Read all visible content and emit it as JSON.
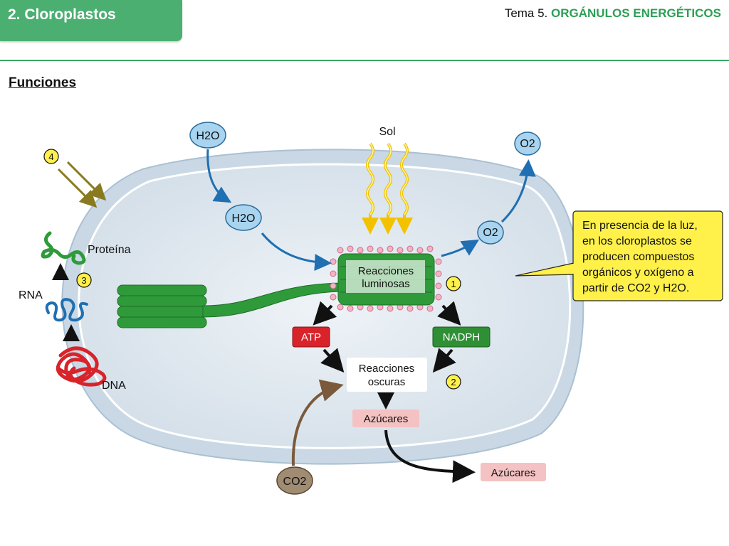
{
  "header": {
    "section_title": "2. Cloroplastos",
    "topic_prefix": "Tema 5.",
    "topic_title": "ORGÁNULOS ENERGÉTICOS"
  },
  "subtitle": "Funciones",
  "diagram": {
    "water_outside": "H2O",
    "water_inside": "H2O",
    "sun_label": "Sol",
    "oxygen_outside": "O2",
    "oxygen_inside": "O2",
    "light_reactions_line1": "Reacciones",
    "light_reactions_line2": "luminosas",
    "dark_reactions_line1": "Reacciones",
    "dark_reactions_line2": "oscuras",
    "atp": "ATP",
    "nadph": "NADPH",
    "sugars_inside": "Azúcares",
    "sugars_outside": "Azúcares",
    "co2": "CO2",
    "protein": "Proteína",
    "rna": "RNA",
    "dna": "DNA",
    "step_1": "1",
    "step_2": "2",
    "step_3": "3",
    "step_4": "4"
  },
  "callout": {
    "line1": "En presencia de la luz,",
    "line2": "en los cloroplastos se",
    "line3": "producen compuestos",
    "line4": "orgánicos y oxígeno a",
    "line5": "partir de CO2 y H2O."
  },
  "colors": {
    "accent_green": "#4caf72",
    "stroma": "#dde6ee",
    "membrane": "#b9cbd9",
    "thylakoid": "#2f9a3a",
    "atp_red": "#d8232a",
    "nadph_green": "#2f8f35",
    "callout_yellow": "#fff04a",
    "sugar_pink": "#f4c2c2",
    "water_blue": "#a8d4f0",
    "arrow_blue": "#1f6fb2",
    "co2_brown": "#a08b73"
  }
}
